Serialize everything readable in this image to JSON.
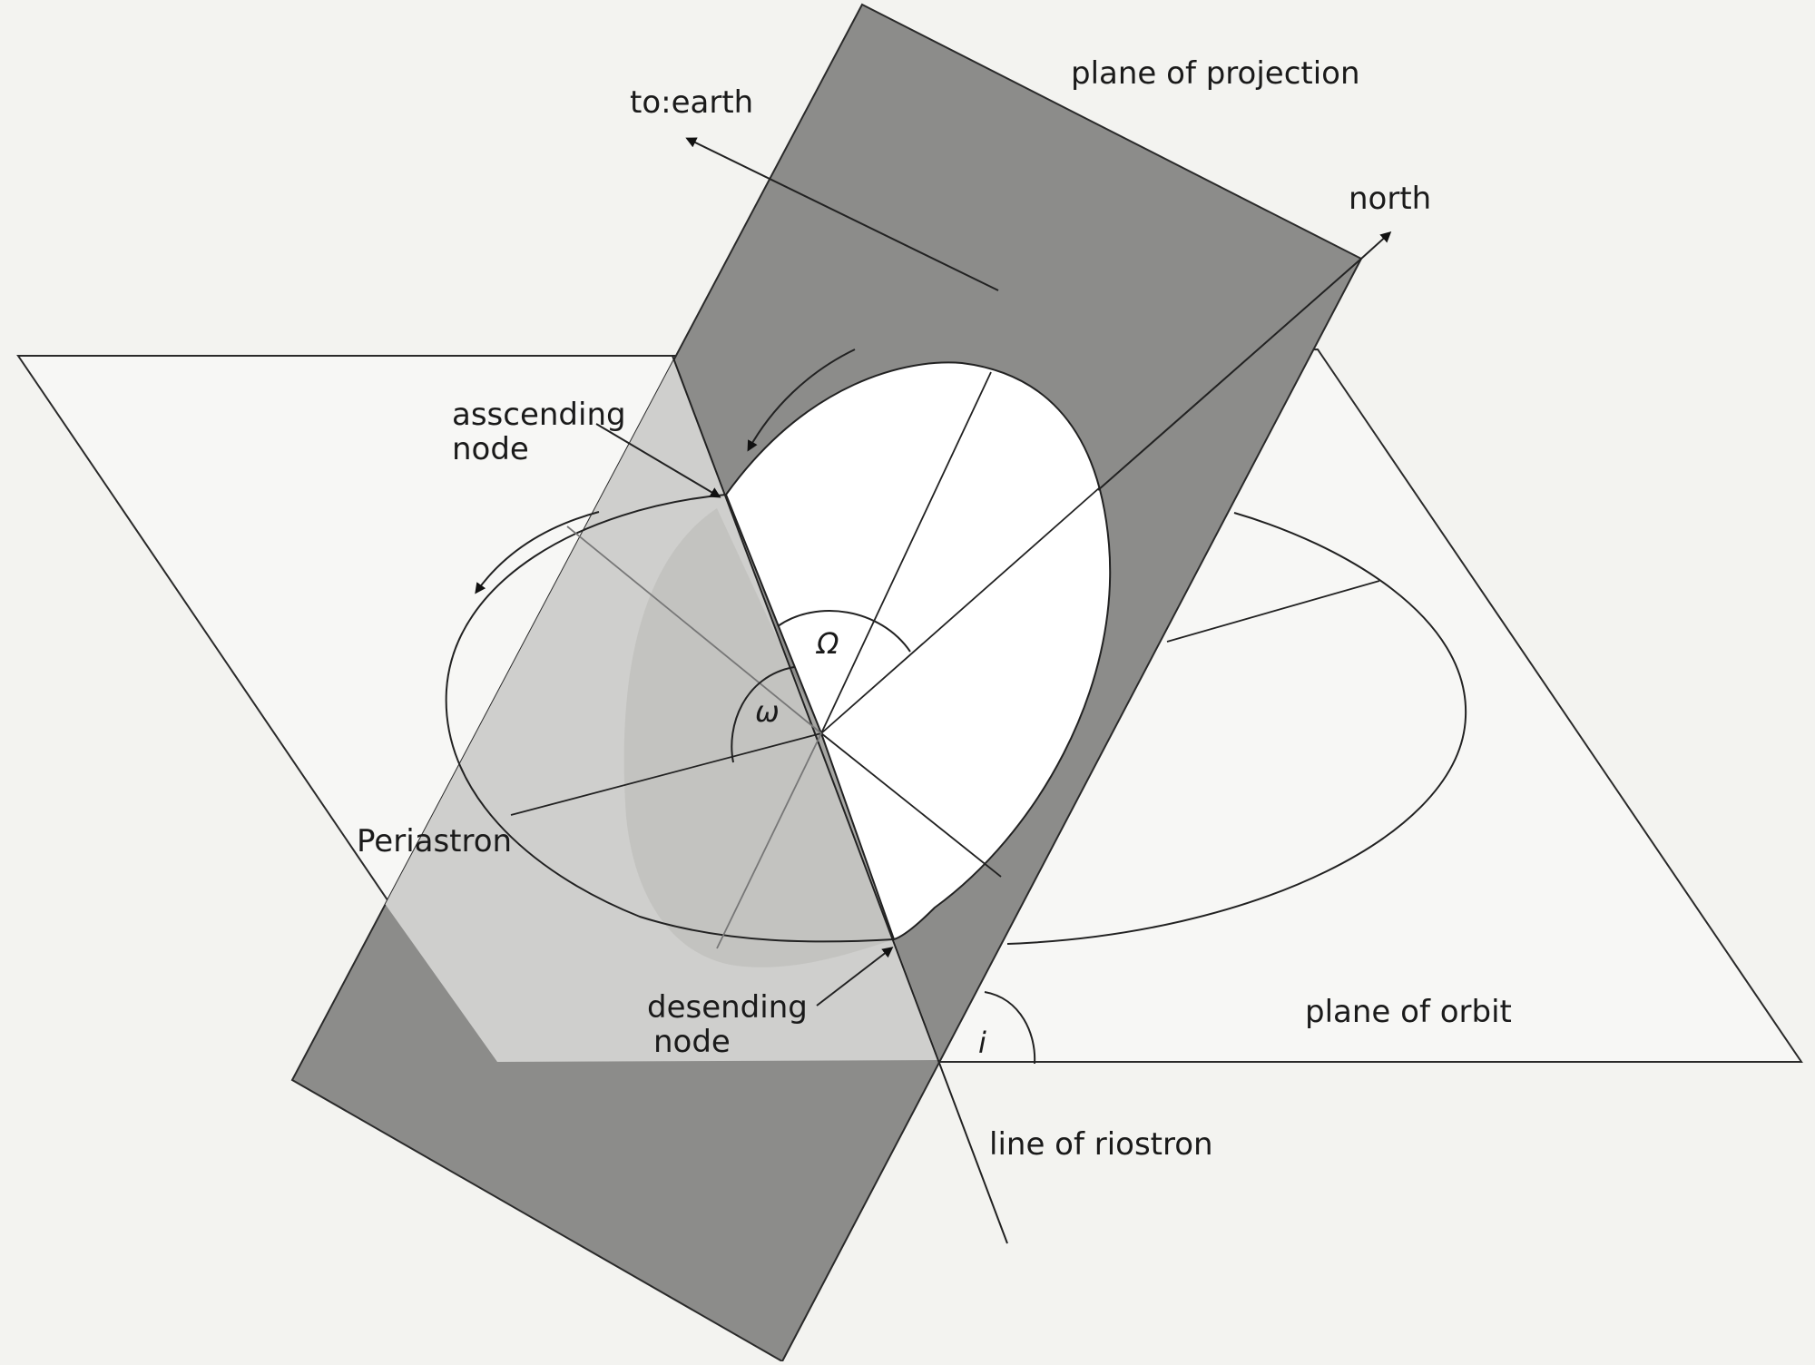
{
  "labels": {
    "plane_of_projection": "plane of projection",
    "to_earth": "to:earth",
    "north": "north",
    "ascending_node": [
      "asscending",
      "node"
    ],
    "periastron": "Periastron",
    "descending_node": [
      "desending",
      "node"
    ],
    "plane_of_orbit": "plane of orbit",
    "line_of_nodes": "line of riostron",
    "omega_upper": "Ω",
    "omega_lower": "ω",
    "inclination": "i"
  },
  "colors": {
    "background": "#f3f3f0",
    "projection_plane": "#8c8c8a",
    "orbit_plane": "#f7f7f5",
    "orbit_plane_shaded": "#cfcfcd",
    "line": "#222222"
  }
}
